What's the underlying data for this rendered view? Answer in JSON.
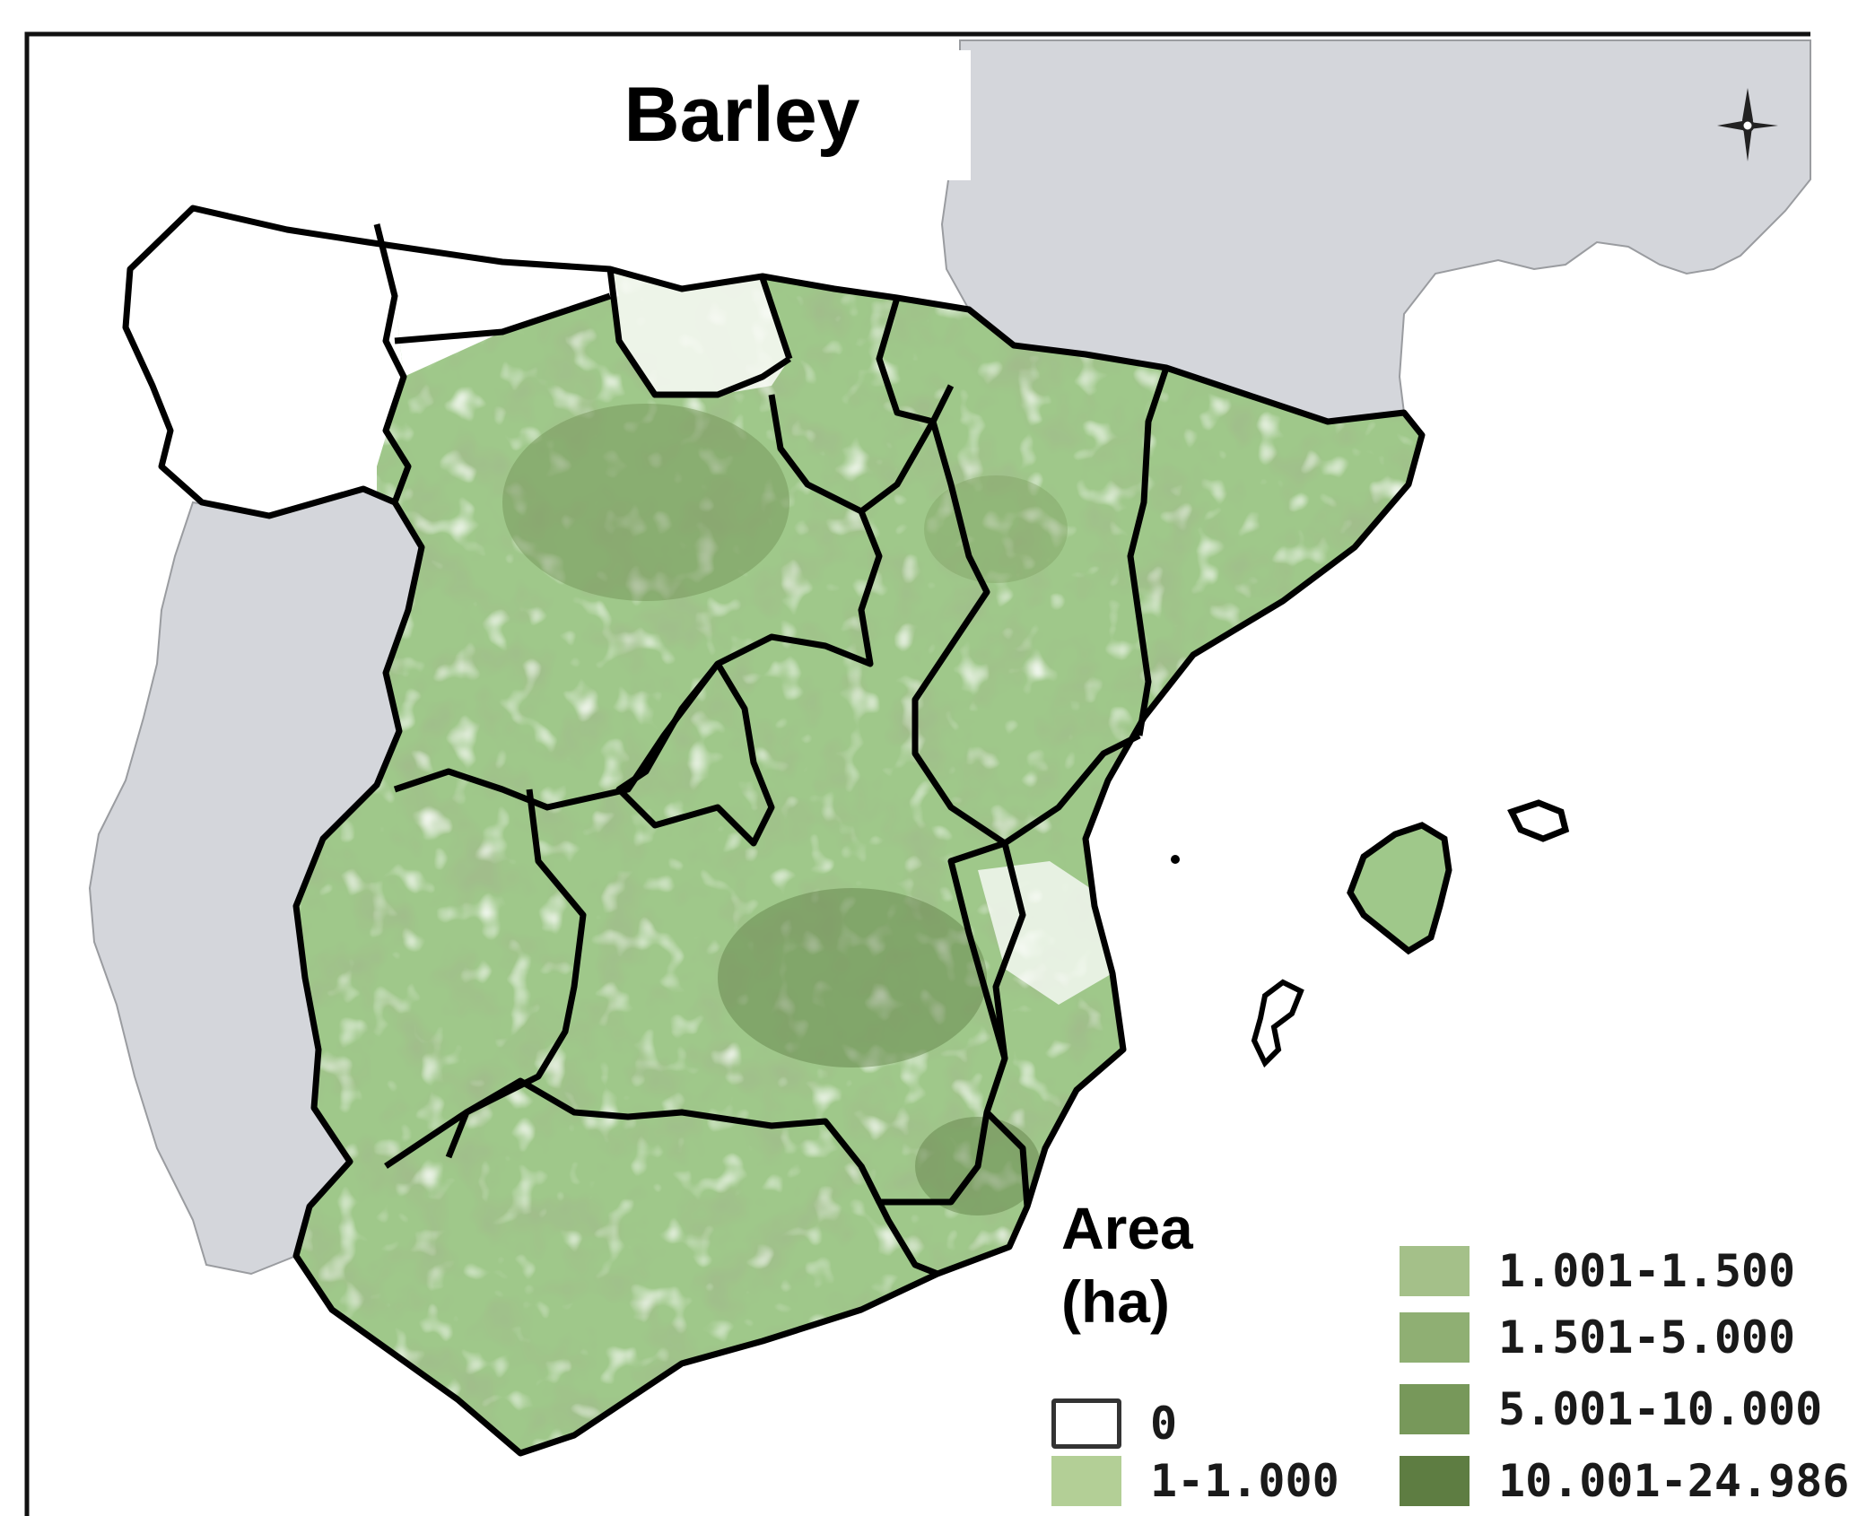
{
  "title": "Barley",
  "legend": {
    "title_line1": "Area",
    "title_line2": "(ha)",
    "items": [
      {
        "label": "0",
        "color": "#ffffff"
      },
      {
        "label": "1-1.000",
        "color": "#b3cf96"
      },
      {
        "label": "1.001-1.500",
        "color": "#a4c089"
      },
      {
        "label": "1.501-5.000",
        "color": "#8faf73"
      },
      {
        "label": "5.001-10.000",
        "color": "#77985a"
      },
      {
        "label": "10.001-24.986",
        "color": "#5e7d42"
      }
    ]
  },
  "colors": {
    "land_fill": "#9fc88a",
    "neighbour_land": "#d4d6db",
    "sea": "#ffffff",
    "boundary": "#000000"
  },
  "icons": [
    "north-arrow-icon"
  ]
}
